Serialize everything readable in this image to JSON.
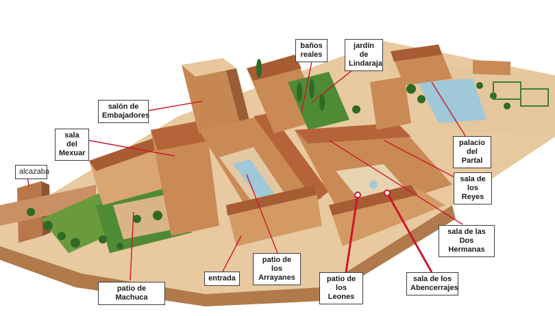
{
  "labels": {
    "alcazaba": "alcazaba",
    "banos_reales": [
      "baños",
      "reales"
    ],
    "jardin_lindaraja": [
      "jardín de",
      "Lindaraja"
    ],
    "salon_embajadores": [
      "salón de",
      "Embajadores"
    ],
    "sala_mexuar": [
      "sala del",
      "Mexuar"
    ],
    "palacio_partal": [
      "palacio",
      "del Partal"
    ],
    "sala_reyes": [
      "sala de",
      "los Reyes"
    ],
    "sala_dos_hermanas": [
      "sala de las",
      "Dos Hermanas"
    ],
    "patio_arrayanes": [
      "patio de los",
      "Arrayanes"
    ],
    "entrada": "entrada",
    "patio_machuca": "patio de Machuca",
    "patio_leones": [
      "patio de",
      "los Leones"
    ],
    "sala_abencerrajes": [
      "sala de los",
      "Abencerrajes"
    ]
  },
  "colors": {
    "leader_line": "#d0142c",
    "label_border": "#3b3b3b",
    "wall": "#c98a55",
    "roof": "#b5643a",
    "garden": "#3f7d2e",
    "water": "#9fc8d8"
  }
}
